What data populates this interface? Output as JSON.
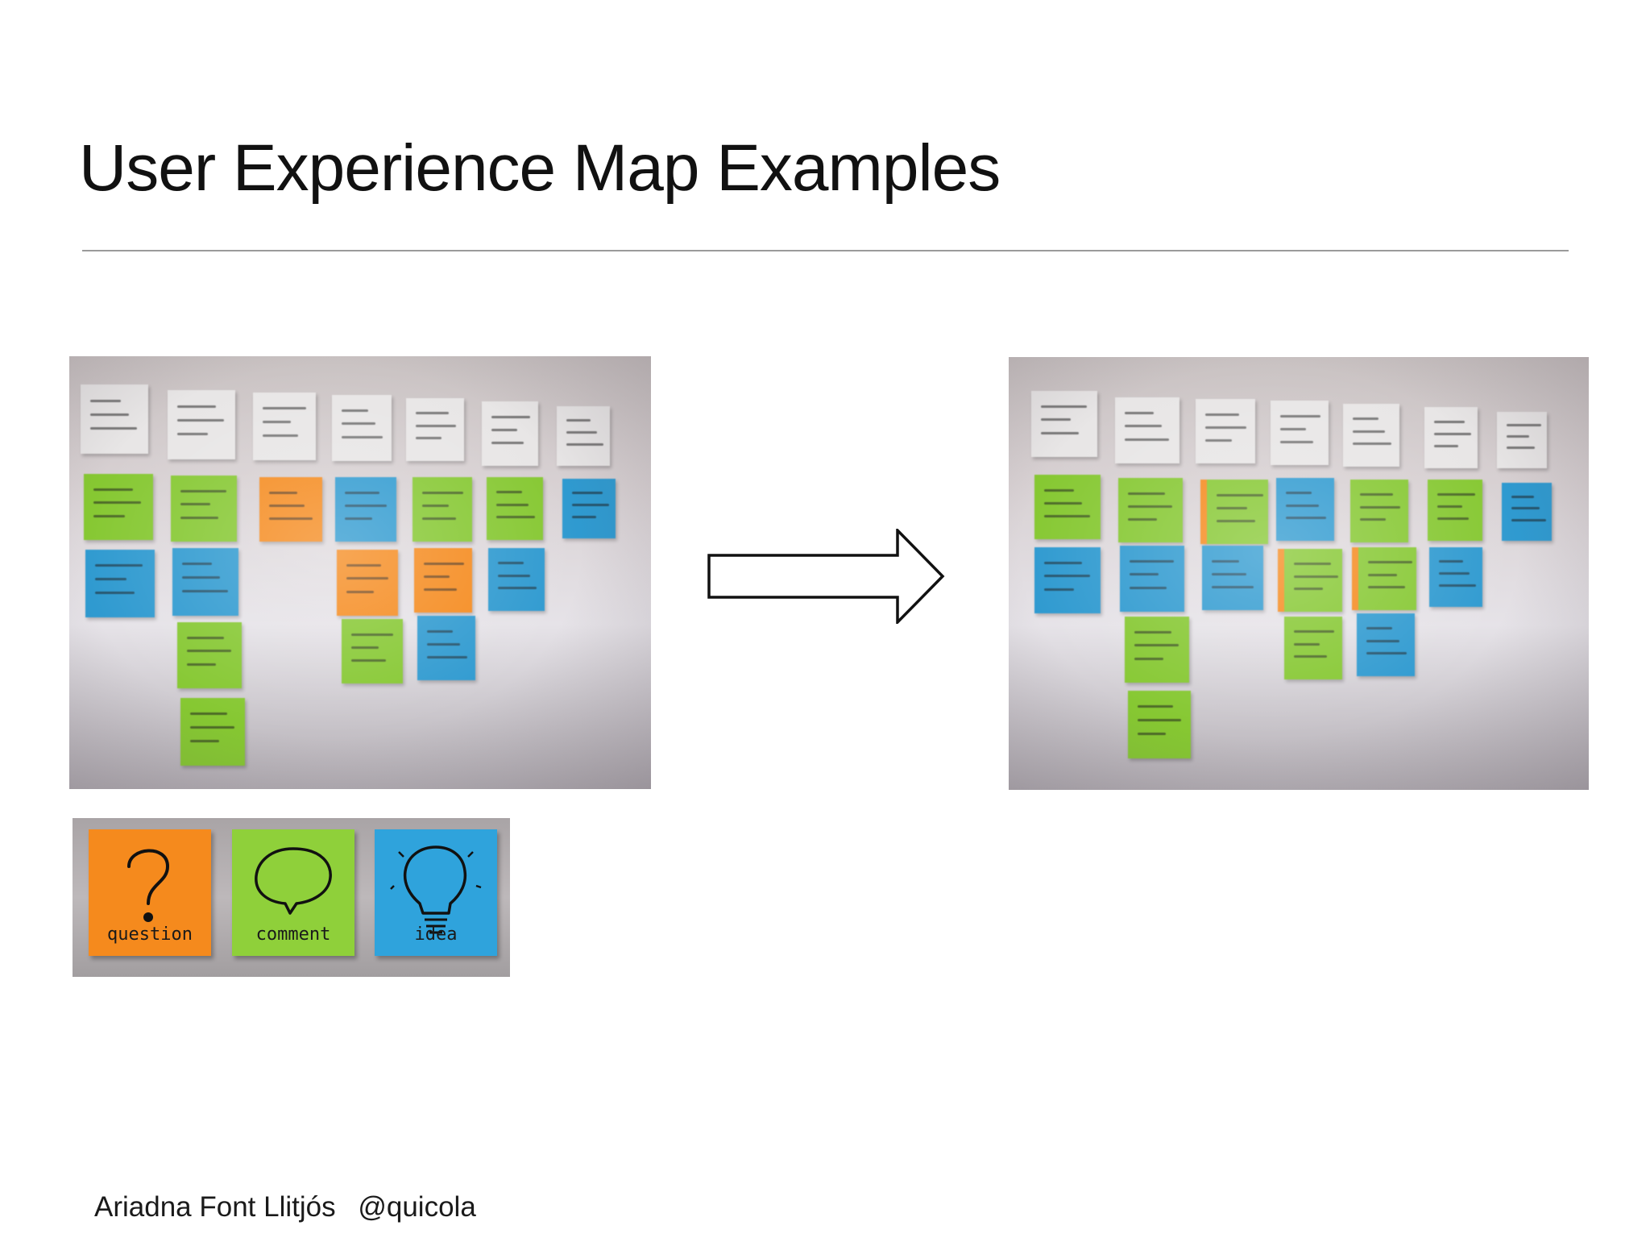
{
  "slide": {
    "title": "User Experience Map Examples"
  },
  "legend": {
    "cards": [
      {
        "label": "question",
        "color": "#f58a1d",
        "icon": "question-mark-icon"
      },
      {
        "label": "comment",
        "color": "#8fd03a",
        "icon": "speech-bubble-icon"
      },
      {
        "label": "idea",
        "color": "#2fa3dc",
        "icon": "lightbulb-icon"
      }
    ]
  },
  "arrow": {
    "icon": "right-arrow-icon"
  },
  "colors": {
    "white_note": "#e8e6e6",
    "green_note": "#86c832",
    "blue_note": "#2f9ad0",
    "orange_note": "#f58a1d"
  },
  "footer": {
    "author": "Ariadna Font Llitjós",
    "handle": "@quicola"
  }
}
